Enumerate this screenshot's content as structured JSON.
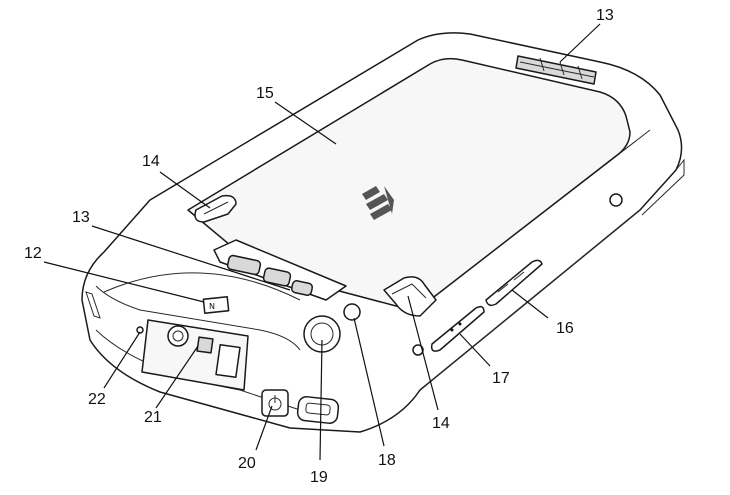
{
  "callouts": [
    {
      "id": "c13a",
      "label": "13"
    },
    {
      "id": "c15",
      "label": "15"
    },
    {
      "id": "c14a",
      "label": "14"
    },
    {
      "id": "c13b",
      "label": "13"
    },
    {
      "id": "c12",
      "label": "12"
    },
    {
      "id": "c16",
      "label": "16"
    },
    {
      "id": "c17",
      "label": "17"
    },
    {
      "id": "c14b",
      "label": "14"
    },
    {
      "id": "c22",
      "label": "22"
    },
    {
      "id": "c21",
      "label": "21"
    },
    {
      "id": "c20",
      "label": "20"
    },
    {
      "id": "c19",
      "label": "19"
    },
    {
      "id": "c18",
      "label": "18"
    }
  ]
}
